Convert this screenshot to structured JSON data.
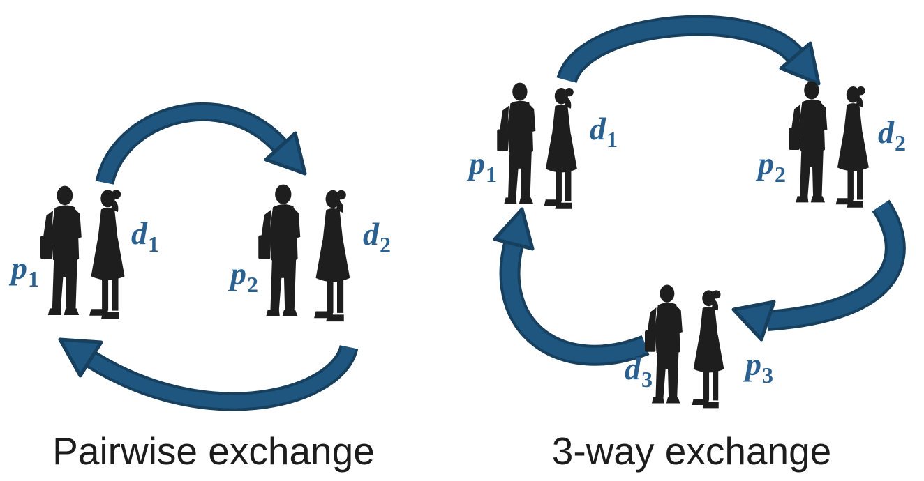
{
  "colors": {
    "background": "#ffffff",
    "arrow_fill": "#1e567f",
    "arrow_outline": "#173f5e",
    "label_blue": "#2b6191",
    "caption_black": "#1c1c1c",
    "silhouette_black": "#1e1e1e"
  },
  "pairwise": {
    "caption": "Pairwise exchange",
    "pairs": [
      {
        "patient": {
          "main": "p",
          "sub": "1"
        },
        "donor": {
          "main": "d",
          "sub": "1"
        }
      },
      {
        "patient": {
          "main": "p",
          "sub": "2"
        },
        "donor": {
          "main": "d",
          "sub": "2"
        }
      }
    ],
    "arrows": [
      {
        "from": "pair 1",
        "to": "pair 2",
        "position": "top"
      },
      {
        "from": "pair 2",
        "to": "pair 1",
        "position": "bottom"
      }
    ]
  },
  "three_way": {
    "caption": "3-way exchange",
    "pairs": [
      {
        "patient": {
          "main": "p",
          "sub": "1"
        },
        "donor": {
          "main": "d",
          "sub": "1"
        }
      },
      {
        "patient": {
          "main": "p",
          "sub": "2"
        },
        "donor": {
          "main": "d",
          "sub": "2"
        }
      },
      {
        "patient": {
          "main": "p",
          "sub": "3"
        },
        "donor": {
          "main": "d",
          "sub": "3"
        }
      }
    ],
    "arrows": [
      {
        "from": "pair 1",
        "to": "pair 2",
        "position": "top"
      },
      {
        "from": "pair 2",
        "to": "pair 3",
        "position": "right"
      },
      {
        "from": "pair 3",
        "to": "pair 1",
        "position": "left"
      }
    ]
  }
}
